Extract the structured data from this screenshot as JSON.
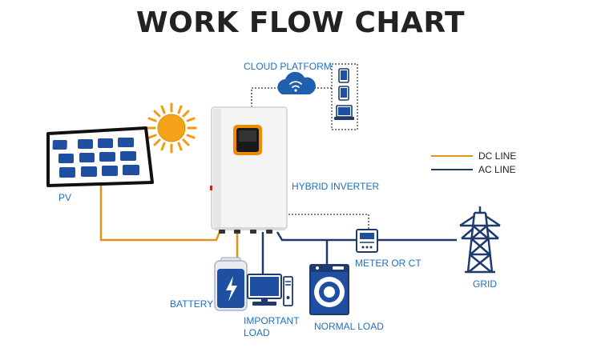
{
  "title": "WORK FLOW CHART",
  "labels": {
    "cloud_platform": "CLOUD PLATFORM",
    "pv": "PV",
    "hybrid_inverter": "HYBRID INVERTER",
    "battery": "BATTERY",
    "important_load_line1": "IMPORTANT",
    "important_load_line2": "LOAD",
    "normal_load": "NORMAL LOAD",
    "meter_or_ct": "METER OR CT",
    "grid": "GRID"
  },
  "legend": {
    "dc_line": "DC LINE",
    "ac_line": "AC LINE"
  },
  "colors": {
    "dc_line": "#e0941c",
    "ac_line": "#1f3a6e",
    "label_blue": "#1f6fc1",
    "sun": "#f39a12",
    "panel_cell": "#1f4fa0"
  },
  "icons": {
    "sun": "sun-icon",
    "solar_panel": "solar-panel-icon",
    "cloud": "cloud-wifi-icon",
    "devices": "devices-icon",
    "inverter": "inverter-icon",
    "battery": "battery-icon",
    "computer": "computer-icon",
    "washer": "washing-machine-icon",
    "meter": "meter-icon",
    "tower": "transmission-tower-icon"
  }
}
